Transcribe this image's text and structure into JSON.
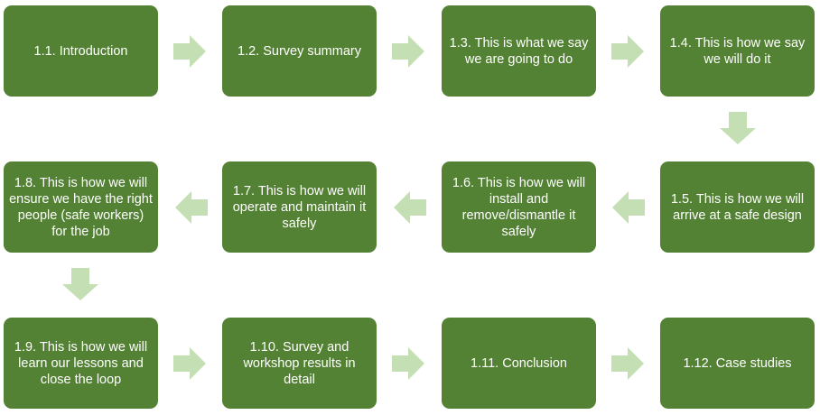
{
  "colors": {
    "box_fill": "#548235",
    "box_text": "#ffffff",
    "arrow_fill": "#C5DFB4",
    "background": "#ffffff"
  },
  "steps": [
    {
      "label": "1.1. Introduction"
    },
    {
      "label": "1.2. Survey summary"
    },
    {
      "label": "1.3. This is what we say we are going to do"
    },
    {
      "label": "1.4. This is how we say we will do it"
    },
    {
      "label": "1.5. This is how we will arrive at a safe design"
    },
    {
      "label": "1.6. This is how we will install and remove/dismantle it safely"
    },
    {
      "label": "1.7. This is how we will operate and maintain it safely"
    },
    {
      "label": "1.8. This is how we will ensure we have the right people (safe workers) for the job"
    },
    {
      "label": "1.9. This is how we will learn our lessons and close the loop"
    },
    {
      "label": "1.10. Survey and workshop results in detail"
    },
    {
      "label": "1.11. Conclusion"
    },
    {
      "label": "1.12. Case studies"
    }
  ],
  "arrows": [
    {
      "direction": "right"
    },
    {
      "direction": "right"
    },
    {
      "direction": "right"
    },
    {
      "direction": "down"
    },
    {
      "direction": "left"
    },
    {
      "direction": "left"
    },
    {
      "direction": "left"
    },
    {
      "direction": "down"
    },
    {
      "direction": "right"
    },
    {
      "direction": "right"
    },
    {
      "direction": "right"
    }
  ]
}
